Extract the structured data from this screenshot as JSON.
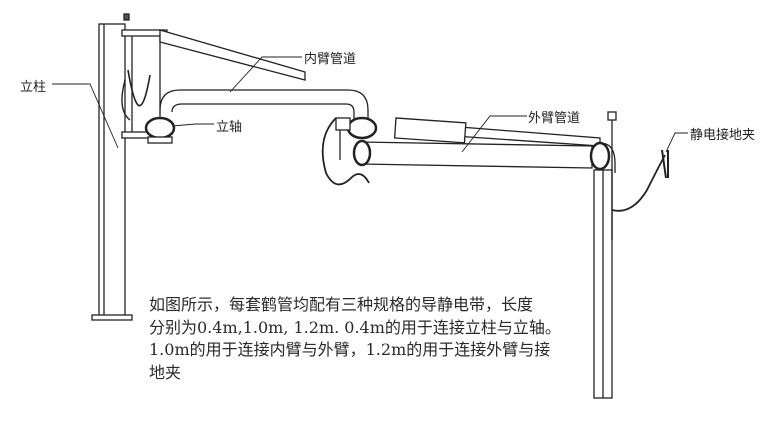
{
  "labels": {
    "column": "立柱",
    "inner_arm_pipe": "内臂管道",
    "vertical_shaft": "立轴",
    "outer_arm_pipe": "外臂管道",
    "static_ground_clamp": "静电接地夹"
  },
  "description": {
    "lines": [
      "如图所示，每套鹤管均配有三种规格的导静电带，长度",
      "分别为0.4m,1.0m, 1.2m. 0.4m的用于连接立柱与立轴。",
      "1.0m的用于连接内臂与外臂，1.2m的用于连接外臂与接",
      "地夹"
    ]
  }
}
